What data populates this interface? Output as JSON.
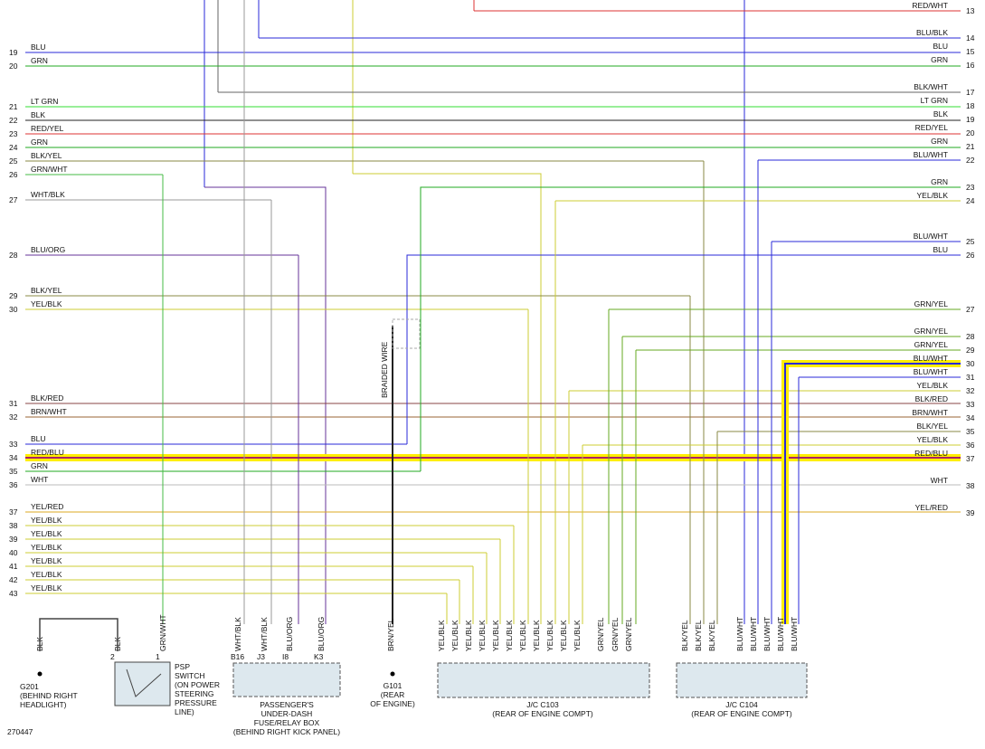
{
  "diagram_id": "270447",
  "left_wires": [
    {
      "num": "19",
      "label": "BLU",
      "color": "#2a2ad8"
    },
    {
      "num": "20",
      "label": "GRN",
      "color": "#22aa22"
    },
    {
      "num": "21",
      "label": "LT GRN",
      "color": "#33dd33"
    },
    {
      "num": "22",
      "label": "BLK",
      "color": "#222222"
    },
    {
      "num": "23",
      "label": "RED/YEL",
      "color": "#dd3333"
    },
    {
      "num": "24",
      "label": "GRN",
      "color": "#22aa22"
    },
    {
      "num": "25",
      "label": "BLK/YEL",
      "color": "#888844"
    },
    {
      "num": "26",
      "label": "GRN/WHT",
      "color": "#44bb44"
    },
    {
      "num": "27",
      "label": "WHT/BLK",
      "color": "#999999"
    },
    {
      "num": "28",
      "label": "BLU/ORG",
      "color": "#663399"
    },
    {
      "num": "29",
      "label": "BLK/YEL",
      "color": "#888844"
    },
    {
      "num": "30",
      "label": "YEL/BLK",
      "color": "#cccc33"
    },
    {
      "num": "31",
      "label": "BLK/RED",
      "color": "#884444"
    },
    {
      "num": "32",
      "label": "BRN/WHT",
      "color": "#996633"
    },
    {
      "num": "33",
      "label": "BLU",
      "color": "#2a2ad8"
    },
    {
      "num": "34",
      "label": "RED/BLU",
      "color": "#aa2266"
    },
    {
      "num": "35",
      "label": "GRN",
      "color": "#22aa22"
    },
    {
      "num": "36",
      "label": "WHT",
      "color": "#bbbbbb"
    },
    {
      "num": "37",
      "label": "YEL/RED",
      "color": "#ddaa22"
    },
    {
      "num": "38",
      "label": "YEL/BLK",
      "color": "#cccc33"
    },
    {
      "num": "39",
      "label": "YEL/BLK",
      "color": "#cccc33"
    },
    {
      "num": "40",
      "label": "YEL/BLK",
      "color": "#cccc33"
    },
    {
      "num": "41",
      "label": "YEL/BLK",
      "color": "#cccc33"
    },
    {
      "num": "42",
      "label": "YEL/BLK",
      "color": "#cccc33"
    },
    {
      "num": "43",
      "label": "YEL/BLK",
      "color": "#cccc33"
    }
  ],
  "right_wires": [
    {
      "num": "13",
      "label": "RED/WHT",
      "color": "#dd3333"
    },
    {
      "num": "14",
      "label": "BLU/BLK",
      "color": "#2a2ad8"
    },
    {
      "num": "15",
      "label": "BLU",
      "color": "#2a2ad8"
    },
    {
      "num": "16",
      "label": "GRN",
      "color": "#22aa22"
    },
    {
      "num": "17",
      "label": "BLK/WHT",
      "color": "#666666"
    },
    {
      "num": "18",
      "label": "LT GRN",
      "color": "#33dd33"
    },
    {
      "num": "19",
      "label": "BLK",
      "color": "#222222"
    },
    {
      "num": "20",
      "label": "RED/YEL",
      "color": "#dd3333"
    },
    {
      "num": "21",
      "label": "GRN",
      "color": "#22aa22"
    },
    {
      "num": "22",
      "label": "BLU/WHT",
      "color": "#2a2ad8"
    },
    {
      "num": "23",
      "label": "GRN",
      "color": "#22aa22"
    },
    {
      "num": "24",
      "label": "YEL/BLK",
      "color": "#cccc33"
    },
    {
      "num": "25",
      "label": "BLU/WHT",
      "color": "#2a2ad8"
    },
    {
      "num": "26",
      "label": "BLU",
      "color": "#2a2ad8"
    },
    {
      "num": "27",
      "label": "GRN/YEL",
      "color": "#66aa22"
    },
    {
      "num": "28",
      "label": "GRN/YEL",
      "color": "#66aa22"
    },
    {
      "num": "29",
      "label": "GRN/YEL",
      "color": "#66aa22"
    },
    {
      "num": "30",
      "label": "BLU/WHT",
      "color": "#2a2ad8"
    },
    {
      "num": "31",
      "label": "BLU/WHT",
      "color": "#2a2ad8"
    },
    {
      "num": "32",
      "label": "YEL/BLK",
      "color": "#cccc33"
    },
    {
      "num": "33",
      "label": "BLK/RED",
      "color": "#884444"
    },
    {
      "num": "34",
      "label": "BRN/WHT",
      "color": "#996633"
    },
    {
      "num": "35",
      "label": "BLK/YEL",
      "color": "#888844"
    },
    {
      "num": "36",
      "label": "YEL/BLK",
      "color": "#cccc33"
    },
    {
      "num": "37",
      "label": "RED/BLU",
      "color": "#aa2266"
    },
    {
      "num": "38",
      "label": "WHT",
      "color": "#bbbbbb"
    },
    {
      "num": "39",
      "label": "YEL/RED",
      "color": "#ddaa22"
    }
  ],
  "bottom_wires": [
    {
      "label": "BLK",
      "pin": "",
      "color": "#444444"
    },
    {
      "label": "BLK",
      "pin": "2",
      "color": "#444444"
    },
    {
      "label": "GRN/WHT",
      "pin": "1",
      "color": "#44bb44"
    },
    {
      "label": "WHT/BLK",
      "pin": "B16",
      "color": "#999999"
    },
    {
      "label": "WHT/BLK",
      "pin": "J3",
      "color": "#999999"
    },
    {
      "label": "BLU/ORG",
      "pin": "I8",
      "color": "#663399"
    },
    {
      "label": "BLU/ORG",
      "pin": "K3",
      "color": "#663399"
    },
    {
      "label": "BRN/YEL",
      "pin": "",
      "color": "#222222"
    },
    {
      "label": "YEL/BLK",
      "pin": "",
      "color": "#cccc33"
    },
    {
      "label": "YEL/BLK",
      "pin": "",
      "color": "#cccc33"
    },
    {
      "label": "YEL/BLK",
      "pin": "",
      "color": "#cccc33"
    },
    {
      "label": "YEL/BLK",
      "pin": "",
      "color": "#cccc33"
    },
    {
      "label": "YEL/BLK",
      "pin": "",
      "color": "#cccc33"
    },
    {
      "label": "YEL/BLK",
      "pin": "",
      "color": "#cccc33"
    },
    {
      "label": "YEL/BLK",
      "pin": "",
      "color": "#cccc33"
    },
    {
      "label": "YEL/BLK",
      "pin": "",
      "color": "#cccc33"
    },
    {
      "label": "YEL/BLK",
      "pin": "",
      "color": "#cccc33"
    },
    {
      "label": "YEL/BLK",
      "pin": "",
      "color": "#cccc33"
    },
    {
      "label": "YEL/BLK",
      "pin": "",
      "color": "#cccc33"
    },
    {
      "label": "GRN/YEL",
      "pin": "",
      "color": "#66aa22"
    },
    {
      "label": "GRN/YEL",
      "pin": "",
      "color": "#66aa22"
    },
    {
      "label": "GRN/YEL",
      "pin": "",
      "color": "#66aa22"
    },
    {
      "label": "BLK/YEL",
      "pin": "",
      "color": "#888844"
    },
    {
      "label": "BLK/YEL",
      "pin": "",
      "color": "#888844"
    },
    {
      "label": "BLK/YEL",
      "pin": "",
      "color": "#888844"
    },
    {
      "label": "BLU/WHT",
      "pin": "",
      "color": "#2a2ad8"
    },
    {
      "label": "BLU/WHT",
      "pin": "",
      "color": "#2a2ad8"
    },
    {
      "label": "BLU/WHT",
      "pin": "",
      "color": "#2a2ad8"
    },
    {
      "label": "BLU/WHT",
      "pin": "",
      "color": "#2a2ad8"
    },
    {
      "label": "BLU/WHT",
      "pin": "",
      "color": "#2a2ad8"
    }
  ],
  "braided_wire_label": "BRAIDED WIRE",
  "components": {
    "g201": [
      "G201",
      "(BEHIND RIGHT",
      "HEADLIGHT)"
    ],
    "psp": [
      "PSP",
      "SWITCH",
      "(ON POWER",
      "STEERING",
      "PRESSURE",
      "LINE)"
    ],
    "fuse_box": [
      "PASSENGER'S",
      "UNDER-DASH",
      "FUSE/RELAY BOX",
      "(BEHIND RIGHT KICK PANEL)"
    ],
    "g101": [
      "G101",
      "(REAR",
      "OF ENGINE)"
    ],
    "c103": [
      "J/C C103",
      "(REAR OF ENGINE COMPT)"
    ],
    "c104": [
      "J/C C104",
      "(REAR OF ENGINE COMPT)"
    ]
  },
  "highlight_color": "#ffee00"
}
